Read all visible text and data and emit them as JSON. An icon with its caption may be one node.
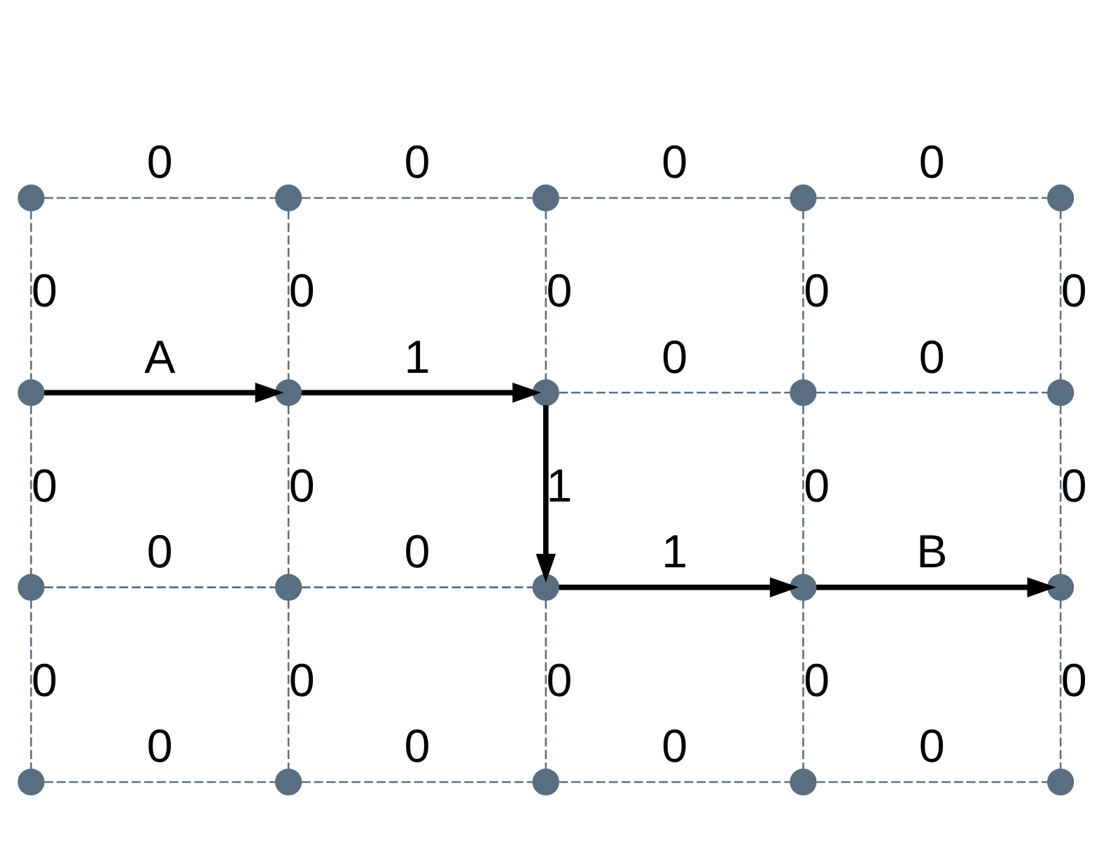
{
  "diagram": {
    "nodes": [
      {
        "text": [],
        "shape": "circle"
      },
      {
        "text": [],
        "shape": "circle"
      },
      {
        "text": [],
        "shape": "circle"
      },
      {
        "text": [],
        "shape": "circle"
      },
      {
        "text": [],
        "shape": "circle"
      },
      {
        "text": [],
        "shape": "circle"
      },
      {
        "text": [],
        "shape": "circle"
      },
      {
        "text": [],
        "shape": "circle"
      },
      {
        "text": [],
        "shape": "circle"
      },
      {
        "text": [],
        "shape": "circle"
      },
      {
        "text": [],
        "shape": "circle"
      },
      {
        "text": [],
        "shape": "circle"
      },
      {
        "text": [],
        "shape": "circle"
      },
      {
        "text": [],
        "shape": "circle"
      },
      {
        "text": [],
        "shape": "circle"
      },
      {
        "text": [],
        "shape": "circle"
      },
      {
        "text": [],
        "shape": "circle"
      },
      {
        "text": [],
        "shape": "circle"
      },
      {
        "text": [],
        "shape": "circle"
      },
      {
        "text": [],
        "shape": "circle"
      }
    ],
    "edges": [
      {
        "from": 0,
        "to": 1,
        "arrow": "none",
        "label": "0",
        "style": "dashed"
      },
      {
        "from": 1,
        "to": 2,
        "arrow": "none",
        "label": "0",
        "style": "dashed"
      },
      {
        "from": 2,
        "to": 3,
        "arrow": "none",
        "label": "0",
        "style": "dashed"
      },
      {
        "from": 3,
        "to": 4,
        "arrow": "none",
        "label": "0",
        "style": "dashed"
      },
      {
        "from": 0,
        "to": 5,
        "arrow": "none",
        "label": "0",
        "style": "dashed"
      },
      {
        "from": 1,
        "to": 6,
        "arrow": "none",
        "label": "0",
        "style": "dashed"
      },
      {
        "from": 2,
        "to": 7,
        "arrow": "none",
        "label": "0",
        "style": "dashed"
      },
      {
        "from": 3,
        "to": 8,
        "arrow": "none",
        "label": "0",
        "style": "dashed"
      },
      {
        "from": 4,
        "to": 9,
        "arrow": "none",
        "label": "0",
        "style": "dashed"
      },
      {
        "from": 5,
        "to": 6,
        "arrow": "to",
        "label": "A",
        "style": "thick",
        "color": "#000000"
      },
      {
        "from": 6,
        "to": 7,
        "arrow": "to",
        "label": "1",
        "style": "thick",
        "color": "#000000"
      },
      {
        "from": 7,
        "to": 8,
        "arrow": "none",
        "label": "0",
        "style": "dashed"
      },
      {
        "from": 8,
        "to": 9,
        "arrow": "none",
        "label": "0",
        "style": "dashed"
      },
      {
        "from": 5,
        "to": 10,
        "arrow": "none",
        "label": "0",
        "style": "dashed"
      },
      {
        "from": 6,
        "to": 11,
        "arrow": "none",
        "label": "0",
        "style": "dashed"
      },
      {
        "from": 7,
        "to": 12,
        "arrow": "to",
        "label": "1",
        "style": "thick",
        "color": "#000000"
      },
      {
        "from": 8,
        "to": 13,
        "arrow": "none",
        "label": "0",
        "style": "dashed"
      },
      {
        "from": 9,
        "to": 14,
        "arrow": "none",
        "label": "0",
        "style": "dashed"
      },
      {
        "from": 10,
        "to": 11,
        "arrow": "none",
        "label": "0",
        "style": "dashed"
      },
      {
        "from": 11,
        "to": 12,
        "arrow": "none",
        "label": "0",
        "style": "dashed"
      },
      {
        "from": 12,
        "to": 13,
        "arrow": "to",
        "label": "1",
        "style": "thick",
        "color": "#000000"
      },
      {
        "from": 13,
        "to": 14,
        "arrow": "to",
        "label": "B",
        "style": "thick",
        "color": "#000000"
      },
      {
        "from": 10,
        "to": 15,
        "arrow": "none",
        "label": "0",
        "style": "dashed"
      },
      {
        "from": 11,
        "to": 16,
        "arrow": "none",
        "label": "0",
        "style": "dashed"
      },
      {
        "from": 12,
        "to": 17,
        "arrow": "none",
        "label": "0",
        "style": "dashed"
      },
      {
        "from": 13,
        "to": 18,
        "arrow": "none",
        "label": "0",
        "style": "dashed"
      },
      {
        "from": 14,
        "to": 19,
        "arrow": "none",
        "label": "0",
        "style": "dashed"
      },
      {
        "from": 15,
        "to": 16,
        "arrow": "none",
        "label": "0",
        "style": "dashed"
      },
      {
        "from": 16,
        "to": 17,
        "arrow": "none",
        "label": "0",
        "style": "dashed"
      },
      {
        "from": 17,
        "to": 18,
        "arrow": "none",
        "label": "0",
        "style": "dashed"
      },
      {
        "from": 18,
        "to": 19,
        "arrow": "none",
        "label": "0",
        "style": "dashed"
      }
    ]
  }
}
